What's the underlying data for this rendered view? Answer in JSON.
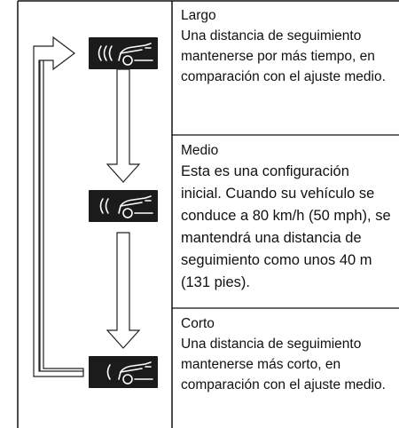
{
  "rows": [
    {
      "title": "Largo",
      "text": "Una distancia de seguimiento mantenerse por más tiempo, en comparación con el ajuste medio."
    },
    {
      "title": "Medio",
      "text": "Esta es una configuración inicial. Cuando su vehículo se conduce a 80 km/h (50 mph), se mantendrá una distancia de seguimiento como unos 40 m (131 pies)."
    },
    {
      "title": "Corto",
      "text": "Una distancia de seguimiento mantenerse más corto, en comparación con el ajuste medio."
    }
  ],
  "icons": {
    "long": "long-distance-radar-car-icon",
    "medium": "medium-distance-radar-car-icon",
    "short": "short-distance-radar-car-icon",
    "flow": "cycle-arrows"
  },
  "colors": {
    "border": "#111111",
    "badge": "#1b1b1b",
    "badge_line": "#ffffff",
    "arrow": "#222222"
  }
}
